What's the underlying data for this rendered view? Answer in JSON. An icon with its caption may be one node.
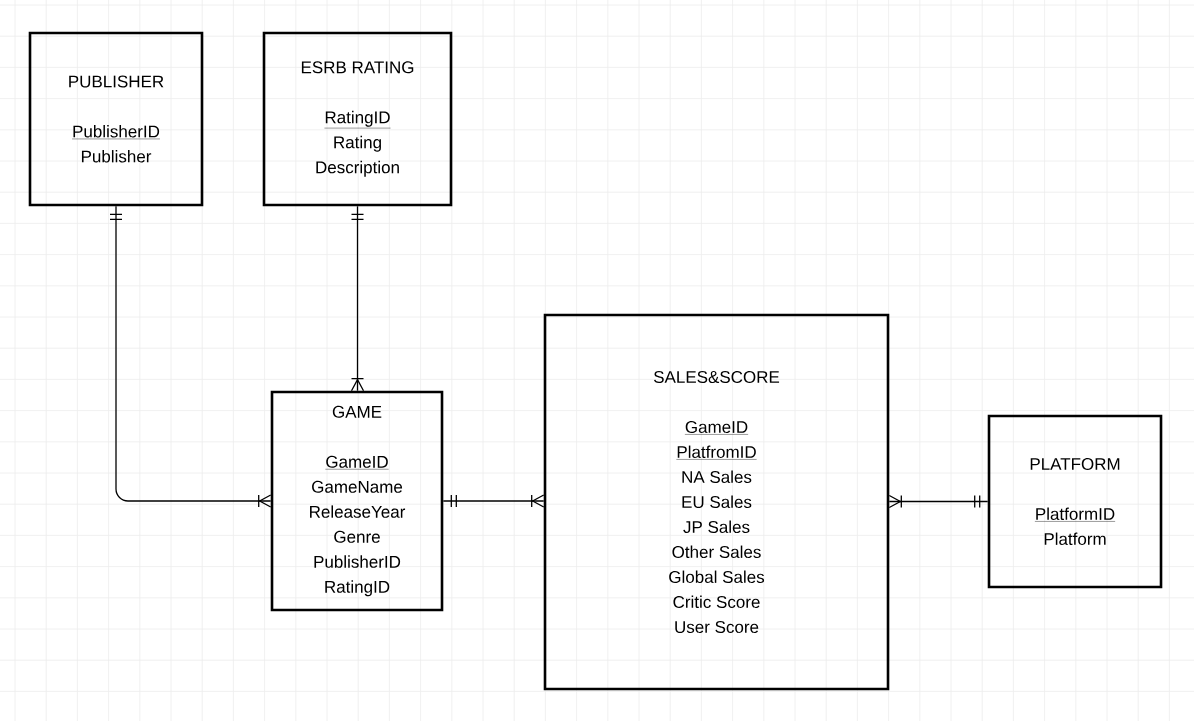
{
  "diagram": {
    "nodes": [
      {
        "text": [
          "PUBLISHER",
          "PublisherID",
          "Publisher"
        ]
      },
      {
        "text": [
          "ESRB RATING",
          "RatingID",
          "Rating",
          "Description"
        ]
      },
      {
        "text": [
          "GAME",
          "GameID",
          "GameName",
          "ReleaseYear",
          "Genre",
          "PublisherID",
          "RatingID"
        ]
      },
      {
        "text": [
          "SALES&SCORE",
          "GameID",
          "PlatfromID",
          "NA Sales",
          "EU Sales",
          "JP Sales",
          "Other Sales",
          "Global Sales",
          "Critic Score",
          "User Score"
        ]
      },
      {
        "text": [
          "PLATFORM",
          "PlatformID",
          "Platform"
        ]
      }
    ],
    "edges": [
      {
        "from": 0,
        "to": 2,
        "arrow": "other"
      },
      {
        "from": 1,
        "to": 2,
        "arrow": "other"
      },
      {
        "from": 2,
        "to": 3,
        "arrow": "other"
      },
      {
        "from": 4,
        "to": 3,
        "arrow": "other"
      }
    ]
  }
}
